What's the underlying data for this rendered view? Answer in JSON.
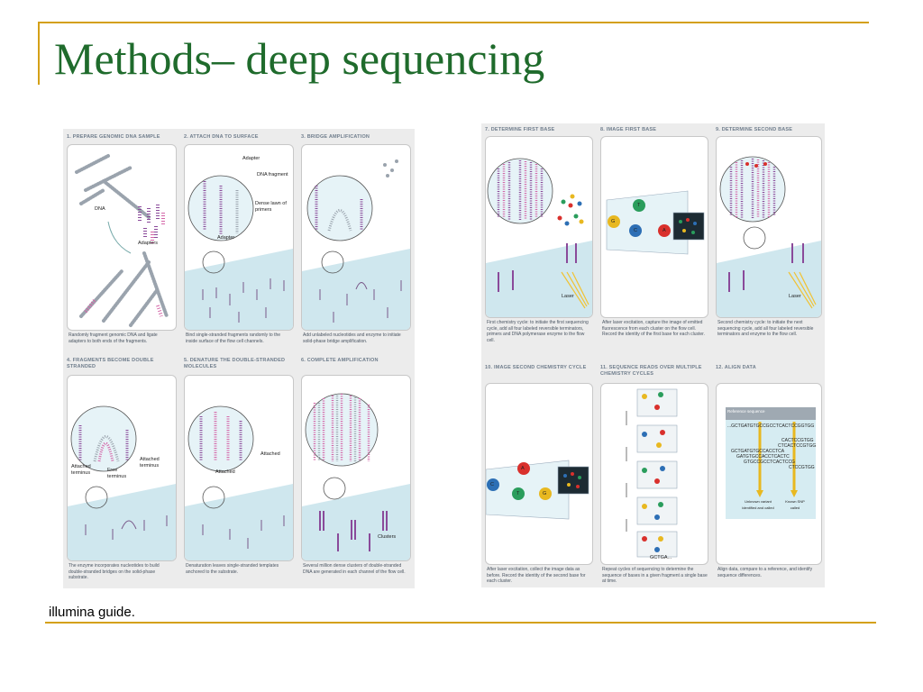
{
  "slide": {
    "title": "Methods– deep sequencing",
    "caption": "illumina guide.",
    "accent_color": "#d4a017",
    "title_color": "#1f6b2c"
  },
  "left_figure": {
    "panels": [
      {
        "title": "1. PREPARE GENOMIC DNA SAMPLE",
        "desc": "Randomly fragment genomic DNA and ligate adapters to both ends of the fragments.",
        "labels": [
          "DNA",
          "Adapters"
        ]
      },
      {
        "title": "2. ATTACH DNA TO SURFACE",
        "desc": "Bind single-stranded fragments randomly to the inside surface of the flow cell channels.",
        "labels": [
          "Adapter",
          "DNA fragment",
          "Dense lawn of primers",
          "Adapter"
        ]
      },
      {
        "title": "3. BRIDGE AMPLIFICATION",
        "desc": "Add unlabeled nucleotides and enzyme to initiate solid-phase bridge amplification.",
        "labels": []
      },
      {
        "title": "4. FRAGMENTS BECOME DOUBLE STRANDED",
        "desc": "The enzyme incorporates nucleotides to build double-stranded bridges on the solid-phase substrate.",
        "labels": [
          "Attached terminus",
          "Free terminus",
          "Attached terminus"
        ]
      },
      {
        "title": "5. DENATURE THE DOUBLE-STRANDED MOLECULES",
        "desc": "Denaturation leaves single-stranded templates anchored to the substrate.",
        "labels": [
          "Attached",
          "Attached"
        ]
      },
      {
        "title": "6. COMPLETE AMPLIFICATION",
        "desc": "Several million dense clusters of double-stranded DNA are generated in each channel of the flow cell.",
        "labels": [
          "Clusters"
        ]
      }
    ]
  },
  "right_figure": {
    "panels": [
      {
        "title": "7. DETERMINE FIRST BASE",
        "desc": "First chemistry cycle: to initiate the first sequencing cycle, add all four labeled reversible terminators, primers and DNA polymerase enzyme to the flow cell.",
        "labels": [
          "Laser"
        ]
      },
      {
        "title": "8. IMAGE FIRST BASE",
        "desc": "After laser excitation, capture the image of emitted fluorescence from each cluster on the flow cell. Record the identity of the first base for each cluster.",
        "labels": [
          "G",
          "T",
          "C",
          "A"
        ]
      },
      {
        "title": "9. DETERMINE SECOND BASE",
        "desc": "Second chemistry cycle: to initiate the next sequencing cycle, add all four labeled reversible terminators and enzyme to the flow cell.",
        "labels": [
          "Laser"
        ]
      },
      {
        "title": "10. IMAGE SECOND CHEMISTRY CYCLE",
        "desc": "After laser excitation, collect the image data as before. Record the identity of the second base for each cluster.",
        "labels": [
          "C",
          "A",
          "T",
          "G"
        ]
      },
      {
        "title": "11. SEQUENCE READS OVER MULTIPLE CHEMISTRY CYCLES",
        "desc": "Repeat cycles of sequencing to determine the sequence of bases in a given fragment a single base at time.",
        "labels": [
          "GCTGA..."
        ]
      },
      {
        "title": "12. ALIGN DATA",
        "desc": "Align data, compare to a reference, and identify sequence differences.",
        "labels": [
          "Reference sequence",
          "...GCTGATGTGCCGCCTCACTCCGGTGG",
          "CACTCCGTGG",
          "CTCACTCCGTGG",
          "GCTGATGTGCCACCTCA",
          "GATGTGCCACCTCACTC",
          "GTGCCGCCTCACTCCG",
          "CTCCGTGG",
          "Unknown variant identified and called",
          "Known SNP called"
        ]
      }
    ]
  }
}
